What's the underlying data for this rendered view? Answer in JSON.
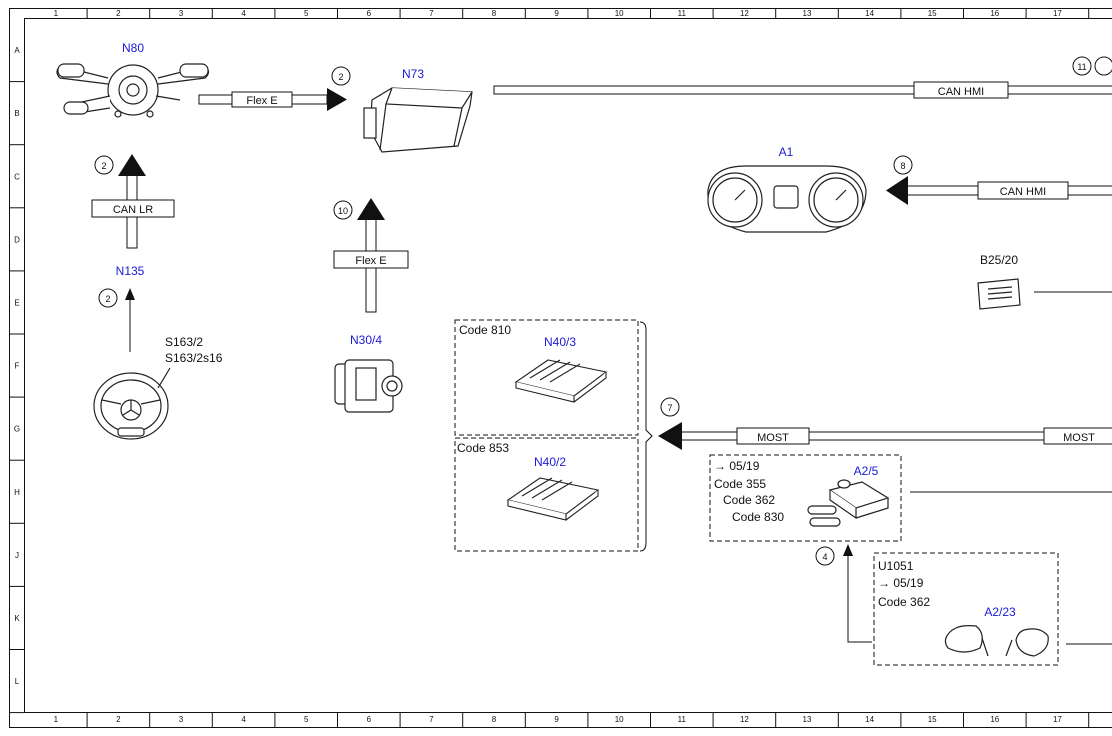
{
  "grid": {
    "columns": [
      "1",
      "2",
      "3",
      "4",
      "5",
      "6",
      "7",
      "8",
      "9",
      "10",
      "11",
      "12",
      "13",
      "14",
      "15",
      "16",
      "17"
    ],
    "rows": [
      "A",
      "B",
      "C",
      "D",
      "E",
      "F",
      "G",
      "H",
      "J",
      "K",
      "L"
    ]
  },
  "components": {
    "n80": "N80",
    "n73": "N73",
    "a1": "A1",
    "n135": "N135",
    "s163": [
      "S163/2",
      "S163/2s16"
    ],
    "n30_4": "N30/4",
    "b25_20": "B25/20",
    "n40_3": "N40/3",
    "n40_2": "N40/2",
    "a2_5": "A2/5",
    "a2_23": "A2/23"
  },
  "buses": {
    "flex_e_1": "Flex E",
    "can_hmi_1": "CAN HMI",
    "can_lr": "CAN LR",
    "can_hmi_2": "CAN HMI",
    "flex_e_2": "Flex E",
    "most_1": "MOST",
    "most_2": "MOST"
  },
  "markers": {
    "m_n80": "2",
    "m_n73": "2",
    "m_a1": "8",
    "m_n135": "2",
    "m_flex": "10",
    "m_top": "11",
    "m_most": "7",
    "m_a2": "4"
  },
  "code_boxes": {
    "code_810": "Code 810",
    "code_853": "Code 853",
    "a2_5_lines": [
      "→ 05/19",
      "Code 355",
      "Code 362",
      "Code 830"
    ],
    "a2_23_lines": [
      "U1051",
      "→ 05/19",
      "Code 362"
    ]
  },
  "colors": {
    "component_label": "#1a1ad6",
    "line": "#111111"
  }
}
